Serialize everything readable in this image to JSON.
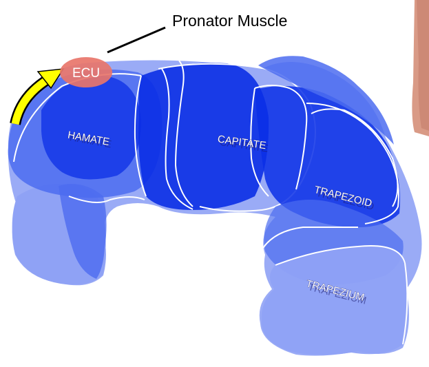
{
  "callout": {
    "label": "Pronator Muscle"
  },
  "muscle": {
    "label": "ECU",
    "color": "#e8756a"
  },
  "bones": {
    "hamate": "HAMATE",
    "capitate": "CAPITATE",
    "trapezoid": "TRAPEZOID",
    "trapezium": "TRAPEZIUM"
  },
  "colors": {
    "bone_light": "#8fa2f5",
    "bone_mid": "#4c6cf0",
    "bone_dark": "#0b2fe6",
    "outline": "#ffffff",
    "arrow": "#ffff00"
  }
}
